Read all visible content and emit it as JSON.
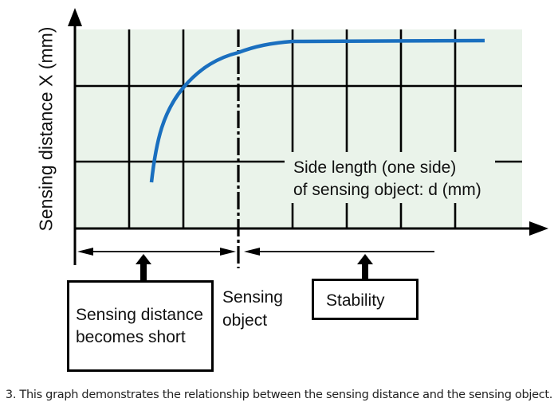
{
  "figure": {
    "y_axis_label": "Sensing distance X (mm)",
    "x_axis_label_line1": "Side length (one side)",
    "x_axis_label_line2": "of sensing object: d (mm)",
    "left_box_line1": "Sensing distance",
    "left_box_line2": "becomes short",
    "marker_label_line1": "Sensing",
    "marker_label_line2": "object",
    "right_box_label": "Stability",
    "curve_color": "#1a6fbf",
    "grid_background": "#eaf3ea"
  },
  "caption": "3. This graph demonstrates the relationship between the sensing distance and the sensing object.",
  "chart_data": {
    "type": "line",
    "title": "",
    "xlabel": "Side length (one side) of sensing object: d (mm)",
    "ylabel": "Sensing distance X (mm)",
    "grid": true,
    "x_ticks_labeled": false,
    "y_ticks_labeled": false,
    "series": [
      {
        "name": "Sensing distance",
        "x": [
          1.4,
          1.6,
          2.0,
          2.5,
          3.0,
          3.5,
          4.0,
          5.0,
          6.0,
          7.0,
          7.6
        ],
        "y": [
          0.7,
          1.6,
          2.2,
          2.55,
          2.75,
          2.85,
          2.9,
          2.92,
          2.92,
          2.92,
          2.92
        ]
      }
    ],
    "annotations": [
      {
        "text": "Sensing object",
        "x": 3.0,
        "style": "dash-dot vertical line"
      },
      {
        "text": "Sensing distance becomes short",
        "range": [
          0,
          3.0
        ]
      },
      {
        "text": "Stability",
        "range": [
          3.0,
          6.5
        ]
      }
    ]
  }
}
